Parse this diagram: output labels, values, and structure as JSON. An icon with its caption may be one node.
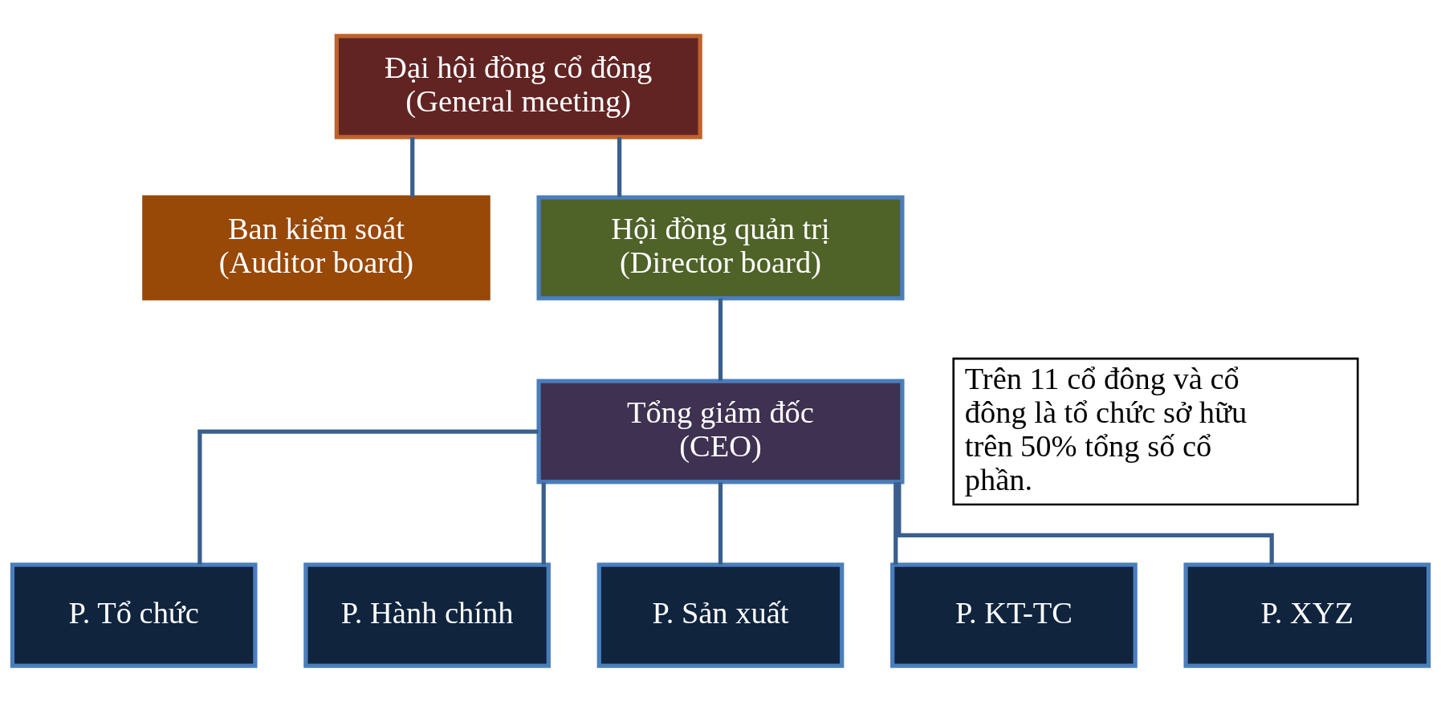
{
  "diagram": {
    "nodes": [
      {
        "text": [
          "Đại hội đồng cổ đông",
          "(General meeting)"
        ]
      },
      {
        "text": [
          "Ban kiểm soát",
          "(Auditor board)"
        ]
      },
      {
        "text": [
          "Hội đồng quản trị",
          "(Director board)"
        ]
      },
      {
        "text": [
          "Trên 11 cổ đông và cổ đông là tổ chức sở hữu trên 50% tổng số cổ phần."
        ]
      },
      {
        "text": [
          "Tổng giám đốc",
          "(CEO)"
        ]
      },
      {
        "text": [
          "P. Tổ chức"
        ]
      },
      {
        "text": [
          "P. Hành chính"
        ]
      },
      {
        "text": [
          "P. Sản xuất"
        ]
      },
      {
        "text": [
          "P. KT-TC"
        ]
      },
      {
        "text": [
          "P. XYZ"
        ]
      }
    ],
    "edges": [
      {
        "from": 0,
        "to": 2,
        "arrow": "none"
      },
      {
        "from": 0,
        "to": 1,
        "arrow": "none"
      },
      {
        "from": 2,
        "to": 4,
        "arrow": "none"
      },
      {
        "from": 4,
        "to": 5,
        "arrow": "none"
      },
      {
        "from": 4,
        "to": 6,
        "arrow": "none"
      },
      {
        "from": 4,
        "to": 7,
        "arrow": "none"
      },
      {
        "from": 4,
        "to": 8,
        "arrow": "none"
      },
      {
        "from": 4,
        "to": 9,
        "arrow": "none"
      }
    ]
  }
}
